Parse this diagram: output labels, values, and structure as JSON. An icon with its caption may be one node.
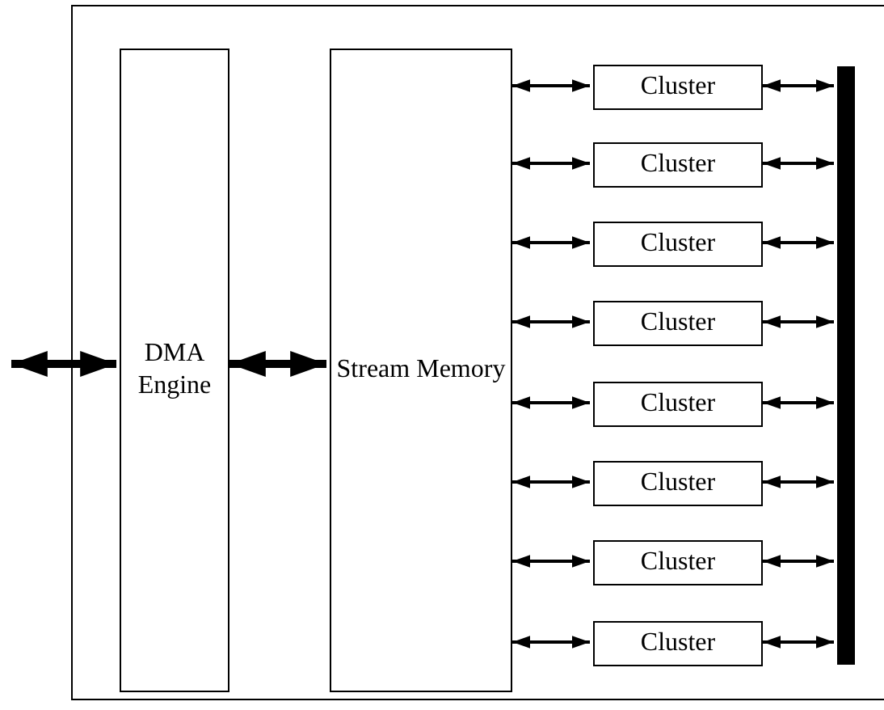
{
  "diagram": {
    "nodes": [
      {
        "text": [],
        "shape": "box"
      },
      {
        "text": [
          "DMA Engine"
        ],
        "in": 0
      },
      {
        "text": [
          "Stream Memory"
        ],
        "in": 0
      },
      {
        "text": [
          "Cluster"
        ],
        "in": 0
      },
      {
        "text": [
          "Cluster"
        ],
        "in": 0
      },
      {
        "text": [
          "Cluster"
        ],
        "in": 0
      },
      {
        "text": [
          "Cluster"
        ],
        "in": 0
      },
      {
        "text": [
          "Cluster"
        ],
        "in": 0
      },
      {
        "text": [
          "Cluster"
        ],
        "in": 0
      },
      {
        "text": [
          "Cluster"
        ],
        "in": 0
      },
      {
        "text": [
          "Cluster"
        ],
        "in": 0
      },
      {
        "text": [],
        "shape": "bar",
        "in": 0
      }
    ],
    "edges": [
      {
        "from": null,
        "to": 1,
        "arrow": "both",
        "style": "thick"
      },
      {
        "from": 1,
        "to": 2,
        "arrow": "both",
        "style": "thick"
      },
      {
        "from": 2,
        "to": 3,
        "arrow": "both"
      },
      {
        "from": 2,
        "to": 4,
        "arrow": "both"
      },
      {
        "from": 2,
        "to": 5,
        "arrow": "both"
      },
      {
        "from": 2,
        "to": 6,
        "arrow": "both"
      },
      {
        "from": 2,
        "to": 7,
        "arrow": "both"
      },
      {
        "from": 2,
        "to": 8,
        "arrow": "both"
      },
      {
        "from": 2,
        "to": 9,
        "arrow": "both"
      },
      {
        "from": 2,
        "to": 10,
        "arrow": "both"
      },
      {
        "from": 3,
        "to": 11,
        "arrow": "both"
      },
      {
        "from": 4,
        "to": 11,
        "arrow": "both"
      },
      {
        "from": 5,
        "to": 11,
        "arrow": "both"
      },
      {
        "from": 6,
        "to": 11,
        "arrow": "both"
      },
      {
        "from": 7,
        "to": 11,
        "arrow": "both"
      },
      {
        "from": 8,
        "to": 11,
        "arrow": "both"
      },
      {
        "from": 9,
        "to": 11,
        "arrow": "both"
      },
      {
        "from": 10,
        "to": 11,
        "arrow": "both"
      }
    ]
  }
}
